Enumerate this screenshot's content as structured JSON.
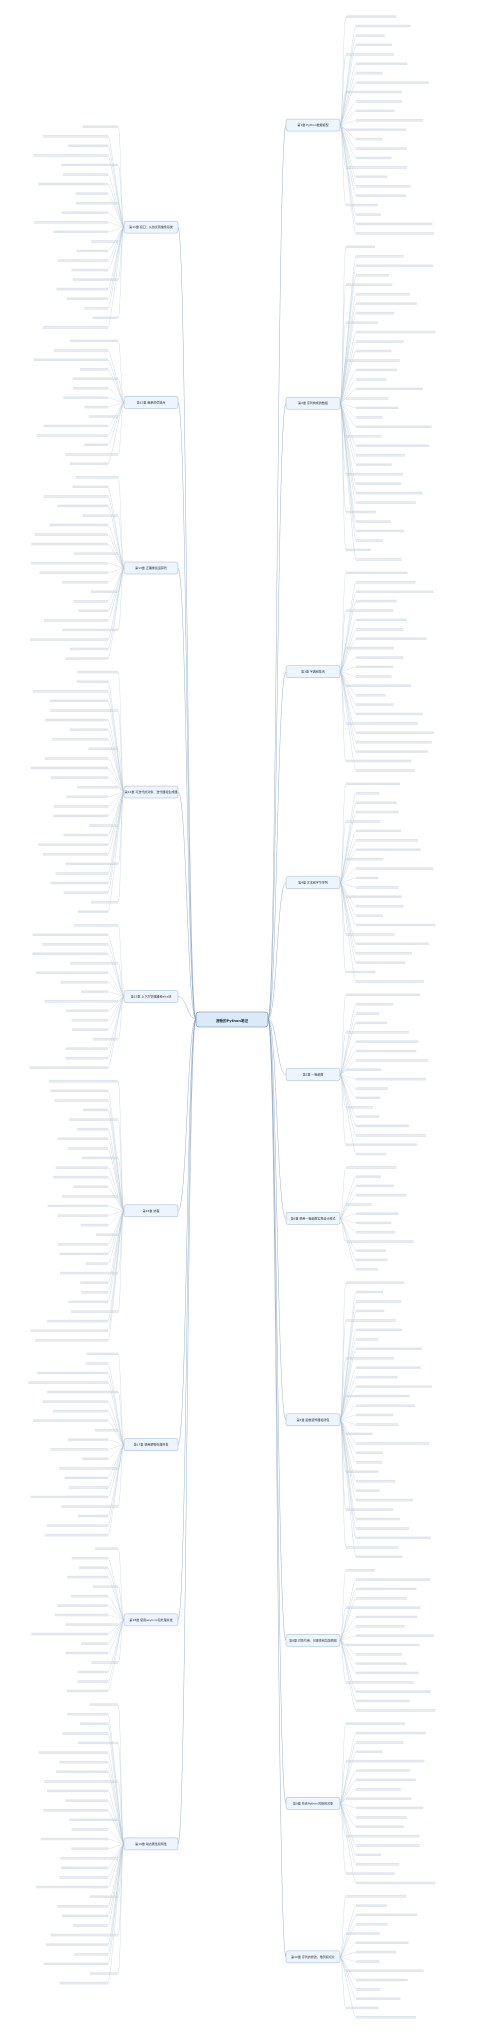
{
  "center": {
    "label": "流畅的Python笔记"
  },
  "left_branches": [
    {
      "label": "第11章 接口：从协议到抽象基类",
      "children": 22
    },
    {
      "label": "第12章 继承的优缺点",
      "children": 14
    },
    {
      "label": "第13章 正确重载运算符",
      "children": 20
    },
    {
      "label": "第14章 可迭代的对象、迭代器和生成器",
      "children": 26
    },
    {
      "label": "第15章 上下文管理器和else块",
      "children": 16
    },
    {
      "label": "第16章 协程",
      "children": 28
    },
    {
      "label": "第17章 使用期物处理并发",
      "children": 20
    },
    {
      "label": "第18章 使用asyncio包处理并发",
      "children": 16
    },
    {
      "label": "第19章 动态属性和特性",
      "children": 30
    }
  ],
  "right_branches": [
    {
      "label": "第1章 Python数据模型",
      "children": 24
    },
    {
      "label": "第2章 序列构成的数组",
      "children": 34
    },
    {
      "label": "第3章 字典和集合",
      "children": 22
    },
    {
      "label": "第4章 文本和字节序列",
      "children": 22
    },
    {
      "label": "第5章 一等函数",
      "children": 18
    },
    {
      "label": "第6章 使用一等函数实现设计模式",
      "children": 12
    },
    {
      "label": "第7章 函数装饰器和闭包",
      "children": 30
    },
    {
      "label": "第8章 对象引用、可变性和垃圾回收",
      "children": 16
    },
    {
      "label": "第9章 符合Python风格的对象",
      "children": 18
    },
    {
      "label": "第10章 序列的修改、散列和切片",
      "children": 14
    }
  ],
  "colors": {
    "center_fill": "#dce9f7",
    "center_stroke": "#5b84b1",
    "branch_fill": "#eef4fb",
    "branch_stroke": "#86a6c8",
    "leaf_text": "#333333"
  }
}
